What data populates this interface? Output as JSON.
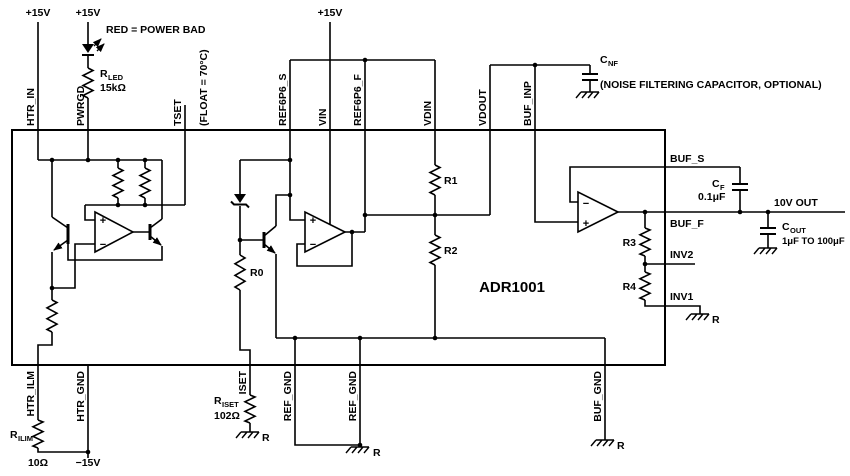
{
  "chip_label": "ADR1001",
  "power": {
    "p15_1": "+15V",
    "p15_2": "+15V",
    "p15_3": "+15V",
    "n15": "−15V"
  },
  "notes": {
    "led": "RED = POWER BAD",
    "tset": "(FLOAT = 70°C)",
    "cnf": "(NOISE FILTERING CAPACITOR, OPTIONAL)",
    "out": "10V OUT"
  },
  "pins_top": {
    "htr_in": "HTR_IN",
    "pwrgd": "PWRGD",
    "tset": "TSET",
    "ref6p6_s": "REF6P6_S",
    "vin": "VIN",
    "ref6p6_f": "REF6P6_F",
    "vdin": "VDIN",
    "vdout": "VDOUT",
    "buf_inp": "BUF_INP"
  },
  "pins_bottom": {
    "htr_ilm": "HTR_ILM",
    "htr_gnd": "HTR_GND",
    "iset": "ISET",
    "ref_gnd_1": "REF_GND",
    "ref_gnd_2": "REF_GND",
    "buf_gnd": "BUF_GND"
  },
  "pins_right": {
    "buf_s": "BUF_S",
    "buf_f": "BUF_F",
    "inv2": "INV2",
    "inv1": "INV1"
  },
  "components": {
    "r_led": {
      "ref": "R",
      "sub": "LED",
      "value": "15kΩ"
    },
    "c_nf": {
      "ref": "C",
      "sub": "NF"
    },
    "c_f": {
      "ref": "C",
      "sub": "F",
      "value": "0.1μF"
    },
    "c_out": {
      "ref": "C",
      "sub": "OUT",
      "value": "1μF TO 100μF"
    },
    "r_ilim": {
      "ref": "R",
      "sub": "ILIM",
      "value": "10Ω"
    },
    "r_iset": {
      "ref": "R",
      "sub": "ISET",
      "value": "102Ω"
    },
    "r0": "R0",
    "r1": "R1",
    "r2": "R2",
    "r3": "R3",
    "r4": "R4"
  },
  "amp": {
    "plus": "+",
    "minus": "−"
  },
  "ground_ref": "R",
  "colors": {
    "line": "#000000",
    "background": "#ffffff"
  }
}
